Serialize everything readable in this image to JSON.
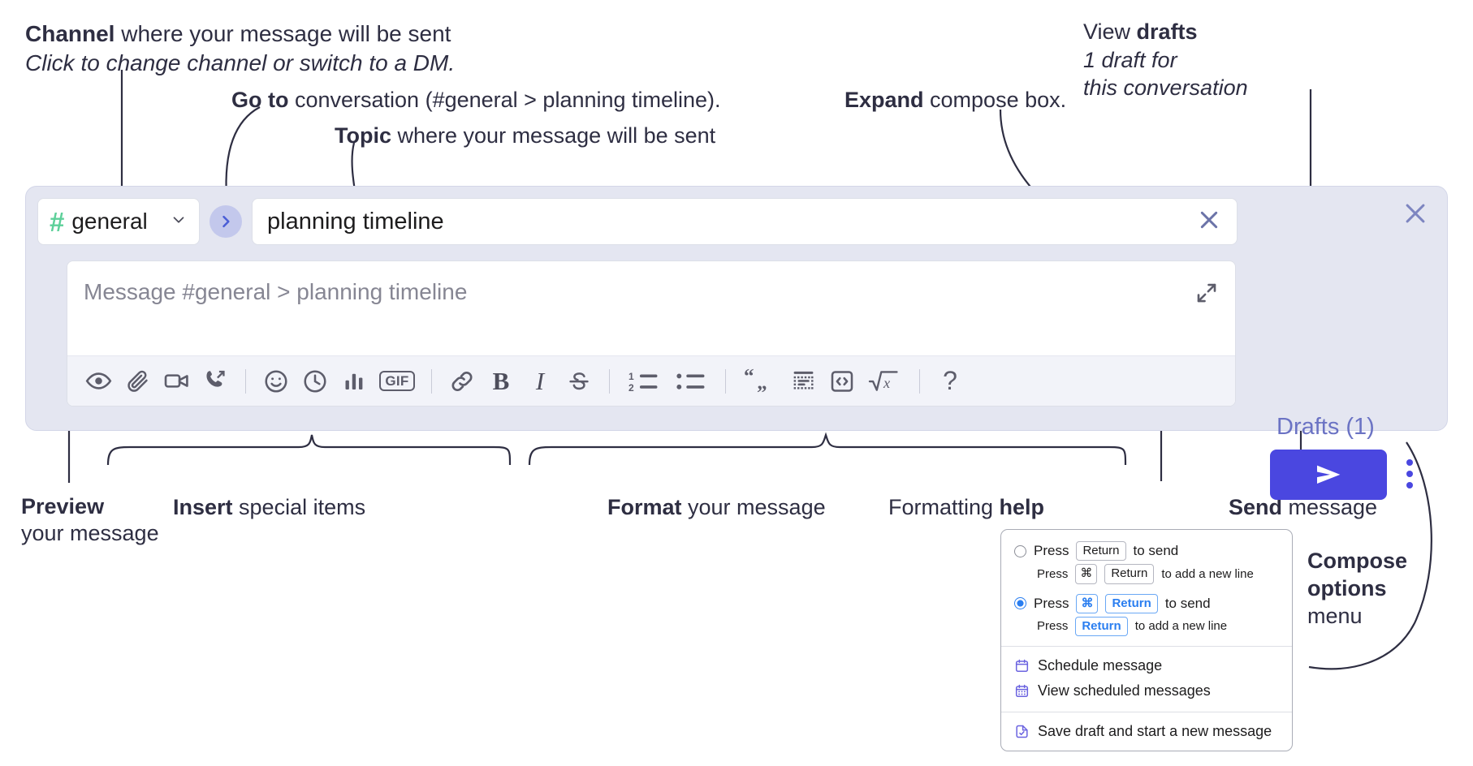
{
  "annotations": {
    "channel": {
      "strong": "Channel",
      "rest": " where your message will be sent",
      "italic": "Click to change channel or switch to a DM."
    },
    "goto": {
      "strong": "Go to",
      "rest": " conversation (#general > planning timeline)."
    },
    "topic": {
      "strong": "Topic",
      "rest": " where your message will be sent"
    },
    "expand": {
      "strong": "Expand",
      "rest": " compose box."
    },
    "drafts": {
      "strong_prefix": "View ",
      "strong": "drafts",
      "italic_line1": "1 draft for",
      "italic_line2": "this conversation"
    },
    "preview": {
      "strong": "Preview",
      "rest": "your message"
    },
    "insert": {
      "strong": "Insert",
      "rest": " special items"
    },
    "format": {
      "strong": "Format",
      "rest": " your message"
    },
    "help": {
      "pre": "Formatting ",
      "strong": "help"
    },
    "send": {
      "strong": "Send",
      "rest": " message"
    },
    "compose_options": {
      "strong1": "Compose",
      "strong2": "options",
      "rest": "menu"
    }
  },
  "compose": {
    "channel_name": "general",
    "hash_icon": "#",
    "chevron_icon": "chevron-down",
    "goto_icon": "chevron-right",
    "topic_value": "planning timeline",
    "topic_clear_icon": "close-x",
    "message_placeholder": "Message #general > planning timeline",
    "expand_icon": "expand-arrows",
    "drafts_label": "Drafts (1)",
    "panel_close_icon": "close-x",
    "send_icon": "paper-plane",
    "kebab_icon": "vertical-ellipsis",
    "toolbar": [
      {
        "name": "preview-icon",
        "label": "Preview"
      },
      {
        "name": "attachment-icon",
        "label": "Attach file"
      },
      {
        "name": "video-camera-icon",
        "label": "Record video clip"
      },
      {
        "name": "phone-forward-icon",
        "label": "Record audio clip"
      },
      {
        "name": "separator-1",
        "label": ""
      },
      {
        "name": "emoji-icon",
        "label": "Emoji"
      },
      {
        "name": "clock-icon",
        "label": "Reminder"
      },
      {
        "name": "poll-icon",
        "label": "Poll"
      },
      {
        "name": "gif-icon",
        "label": "GIF"
      },
      {
        "name": "separator-2",
        "label": ""
      },
      {
        "name": "link-icon",
        "label": "Link"
      },
      {
        "name": "bold-icon",
        "label": "B"
      },
      {
        "name": "italic-icon",
        "label": "I"
      },
      {
        "name": "strikethrough-icon",
        "label": "Strikethrough"
      },
      {
        "name": "separator-3",
        "label": ""
      },
      {
        "name": "ordered-list-icon",
        "label": "Ordered list"
      },
      {
        "name": "bulleted-list-icon",
        "label": "Bulleted list"
      },
      {
        "name": "separator-4",
        "label": ""
      },
      {
        "name": "blockquote-icon",
        "label": "Blockquote"
      },
      {
        "name": "code-block-icon",
        "label": "Code block"
      },
      {
        "name": "code-snippet-icon",
        "label": "Code"
      },
      {
        "name": "math-icon",
        "label": "Math"
      },
      {
        "name": "separator-5",
        "label": ""
      },
      {
        "name": "help-icon",
        "label": "?"
      }
    ]
  },
  "compose_menu": {
    "option_return": {
      "selected": false,
      "press": "Press",
      "key": "Return",
      "to_send": "to send",
      "sub_press": "Press",
      "sub_key1": "⌘",
      "sub_key2": "Return",
      "sub_tail": "to add a new line"
    },
    "option_cmd_return": {
      "selected": true,
      "press": "Press",
      "key1": "⌘",
      "key2": "Return",
      "to_send": "to send",
      "sub_press": "Press",
      "sub_key": "Return",
      "sub_tail": "to add a new line"
    },
    "items": [
      {
        "icon": "calendar-icon",
        "label": "Schedule message"
      },
      {
        "icon": "calendar-grid-icon",
        "label": "View scheduled messages"
      },
      {
        "icon": "save-draft-icon",
        "label": "Save draft and start a new message"
      }
    ]
  },
  "colors": {
    "panel_bg": "#e4e6f1",
    "accent_purple": "#4a47e0",
    "drafts_text": "#6b73c4",
    "hash_green": "#5ed09a",
    "radio_blue": "#2a7ef0"
  }
}
